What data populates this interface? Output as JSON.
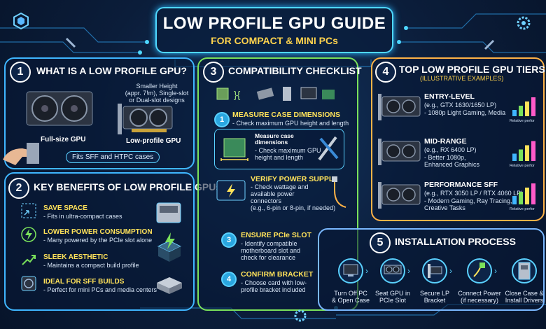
{
  "title": {
    "main": "LOW PROFILE GPU GUIDE",
    "sub": "FOR COMPACT & MINI PCs"
  },
  "section1": {
    "num": "1",
    "heading": "WHAT IS A LOW PROFILE GPU?",
    "full_label": "Full-size GPU",
    "lp_label": "Low-profile GPU",
    "note_lines": [
      "Smaller Height",
      "(appr. 7!m), Single-slot",
      "or Dual-slot designs"
    ],
    "fits": "Fits SFF and HTPC cases"
  },
  "section2": {
    "num": "2",
    "heading": "KEY BENEFITS OF LOW PROFILE GPUs",
    "items": [
      {
        "title": "SAVE SPACE",
        "desc": "- Fits in ultra-compact cases"
      },
      {
        "title": "LOWER POWER CONSUMPTION",
        "desc": "- Many powered by the PCIe slot alone"
      },
      {
        "title": "SLEEK AESTHETIC",
        "desc": "- Maintains a compact build profile"
      },
      {
        "title": "IDEAL FOR SFF BUILDS",
        "desc": "- Perfect for mini PCs and media centers"
      }
    ]
  },
  "section3": {
    "num": "3",
    "heading": "COMPATIBILITY CHECKLIST",
    "step1": {
      "num": "1",
      "title": "MEASURE CASE DIMENSIONS",
      "desc": "- Check maximum GPU height and length"
    },
    "measure_box": {
      "title_lines": [
        "Measure case",
        "dimensions"
      ],
      "desc_lines": [
        "- Check maximum GPU",
        "height and length"
      ]
    },
    "power": {
      "title": "VERIFY POWER SUPPLY",
      "desc_lines": [
        "- Check wattage and",
        "available power",
        "connectors",
        "(e.g., 6-pin or 8-pin, if needed)"
      ]
    },
    "step3": {
      "num": "3",
      "title": "ENSURE PCIe SLOT",
      "desc_lines": [
        "- Identify compatible",
        "motherboard slot and",
        "check for clearance"
      ]
    },
    "step4": {
      "num": "4",
      "title": "CONFIRM BRACKET",
      "desc_lines": [
        "- Choose card with low-",
        "profile bracket included"
      ]
    }
  },
  "section4": {
    "num": "4",
    "heading": "TOP LOW PROFILE GPU TIERS",
    "sub": "(ILLUSTRATIVE EXAMPLES)",
    "tiers": [
      {
        "name": "ENTRY-LEVEL",
        "model": "(e.g., GTX 1630/1650 LP)",
        "desc_lines": [
          "- 1080p Light Gaming, Media"
        ],
        "perf": "Relative perfor",
        "bars": [
          0.3,
          0.5,
          0.7,
          0.9
        ]
      },
      {
        "name": "MID-RANGE",
        "model": "(e.g., RX 6400 LP)",
        "desc_lines": [
          "- Better 1080p,",
          "Enhanced Graphics"
        ],
        "perf": "Relative perfor",
        "bars": [
          0.35,
          0.55,
          0.75,
          0.95
        ]
      },
      {
        "name": "PERFORMANCE SFF",
        "model": "(e.g., RTX 3050 LP / RTX 4060 LP)",
        "desc_lines": [
          "- Modern Gaming, Ray Tracing,",
          "Creative Tasks"
        ],
        "perf": "Relative perfor",
        "bars": [
          0.4,
          0.6,
          0.8,
          1.0
        ]
      }
    ]
  },
  "section5": {
    "num": "5",
    "heading": "INSTALLATION PROCESS",
    "steps": [
      {
        "lines": [
          "Turn Off PC",
          "& Open Case"
        ]
      },
      {
        "lines": [
          "Seat GPU in",
          "PCIe Slot"
        ]
      },
      {
        "lines": [
          "Secure LP",
          "Bracket"
        ]
      },
      {
        "lines": [
          "Connect Power",
          "(if necessary)"
        ]
      },
      {
        "lines": [
          "Close Case &",
          "Install Drivers"
        ]
      }
    ]
  },
  "colors": {
    "accent": "#4fd8ff",
    "yellow": "#ffe25a",
    "green": "#7be25b",
    "orange": "#ffb347",
    "purple": "#b58bff"
  }
}
